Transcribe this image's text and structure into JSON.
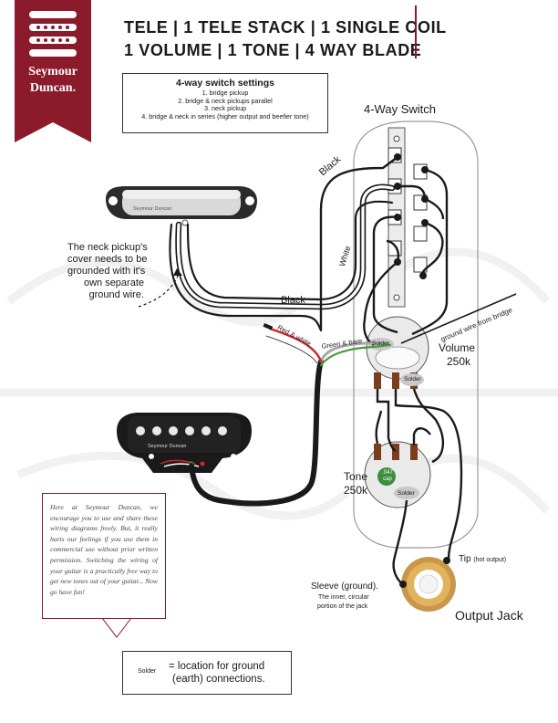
{
  "logo": {
    "line1": "Seymour",
    "line2": "Duncan."
  },
  "title": {
    "line1": "TELE | 1 TELE STACK | 1 SINGLE COIL",
    "line2": "1 VOLUME | 1 TONE | 4 WAY BLADE"
  },
  "settings": {
    "heading": "4-way switch settings",
    "items": [
      "1. bridge pickup",
      "2. bridge & neck pickups parallel",
      "3. neck pickup",
      "4. bridge & neck in series (higher output and beefier tone)"
    ]
  },
  "labels": {
    "switch": "4-Way Switch",
    "black_top": "Black",
    "white": "White",
    "black_bottom": "Black",
    "red_white": "Red & white",
    "green_bare": "Green & bare",
    "ground_wire": "ground wire from bridge",
    "volume": "Volume",
    "volume_value": "250k",
    "tone": "Tone",
    "tone_value": "250k",
    "cap": ".047 cap",
    "tip": "Tip",
    "tip_note": "(hot output)",
    "sleeve": "Sleeve (ground).",
    "sleeve_note1": "The inner, circular",
    "sleeve_note2": "portion of the jack",
    "jack": "Output Jack",
    "solder": "Solder",
    "neck_brand": "Seymour Duncan",
    "bridge_brand": "Seymour Duncan"
  },
  "neck_note": [
    "The neck pickup's",
    "cover needs to be",
    "grounded with it's",
    "own separate",
    "ground wire."
  ],
  "note_text": "Here at Seymour Duncan, we encourage you to use and share these wiring diagrams freely. But, it really hurts our feelings if you use them in commercial use without prior written permission. Switching the wiring of your guitar is a practically free way to get new tones out of your guitar... Now go have fun!",
  "legend": {
    "solder": "Solder",
    "line1": "= location for ground",
    "line2": "(earth) connections."
  },
  "colors": {
    "brand": "#8b1a2b",
    "wire_black": "#1a1a1a",
    "wire_red": "#d2232a",
    "wire_green": "#4a9a3a",
    "wire_bare": "#a8a8a8",
    "solder": "#c8c8c8",
    "pot_brown": "#7a3e1d",
    "cap_green": "#3d8f3d",
    "jack_gold": "#d3a24a"
  }
}
